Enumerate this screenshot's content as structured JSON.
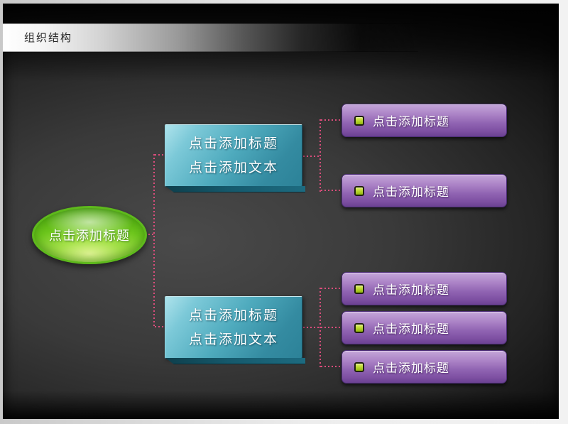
{
  "slide": {
    "title": "组织结构"
  },
  "diagram": {
    "root": {
      "label": "点击添加标题"
    },
    "branches": [
      {
        "title": "点击添加标题",
        "subtitle": "点击添加文本"
      },
      {
        "title": "点击添加标题",
        "subtitle": "点击添加文本"
      }
    ],
    "leaves": [
      {
        "label": "点击添加标题"
      },
      {
        "label": "点击添加标题"
      },
      {
        "label": "点击添加标题"
      },
      {
        "label": "点击添加标题"
      },
      {
        "label": "点击添加标题"
      }
    ]
  },
  "colors": {
    "connector": "#db4d7c",
    "root_fill": "#6cc51c",
    "branch_fill": "#3f9db3",
    "leaf_fill": "#8a5cad",
    "bullet_fill": "#b6d42a",
    "title_band_start": "#ffffff",
    "background_center": "#3a3a3a"
  }
}
